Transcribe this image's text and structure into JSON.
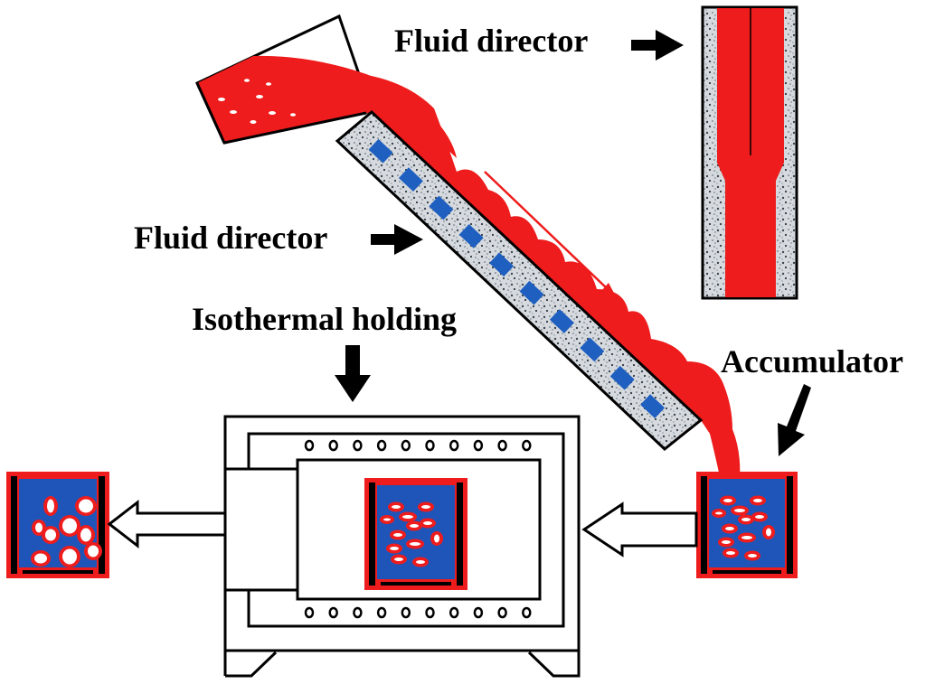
{
  "diagram": {
    "type": "process schematic",
    "labels": {
      "fluid_director_top": "Fluid director",
      "fluid_director_side": "Fluid director",
      "isothermal_holding": "Isothermal holding",
      "accumulator": "Accumulator"
    },
    "colors": {
      "melt": "#ee1c1c",
      "crucible_fill": "#1f55b8",
      "plate": "#d4d8dc",
      "cooling_blocks": "#1e5fc0",
      "outline": "#000000"
    },
    "components": [
      "ladle",
      "inclined fluid director plate",
      "flow direction arrow",
      "fluid director cross-section",
      "accumulator crucible",
      "isothermal holding furnace",
      "held crucible",
      "output crucible",
      "transfer arrows"
    ]
  }
}
